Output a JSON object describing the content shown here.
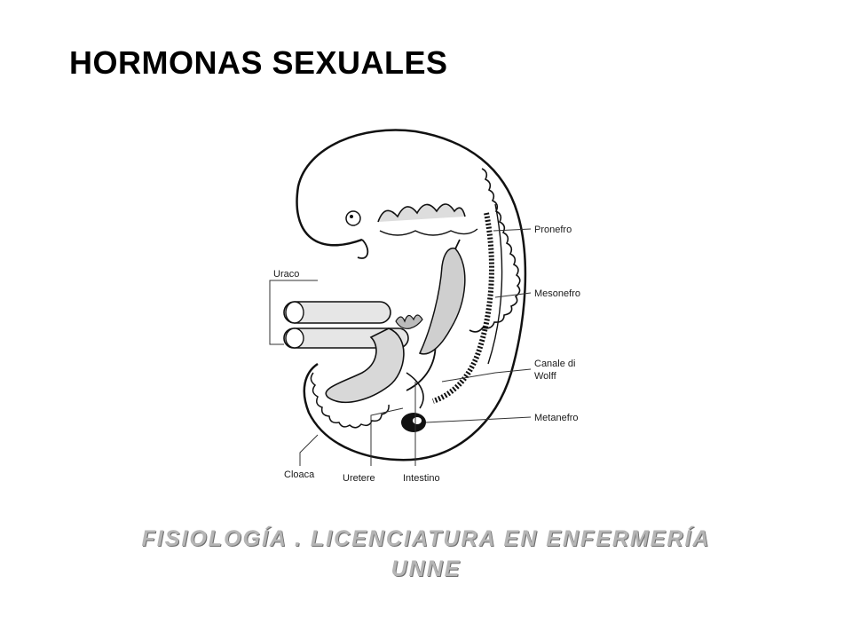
{
  "slide": {
    "title": "HORMONAS SEXUALES",
    "footer_line1": "FISIOLOGÍA . LICENCIATURA EN ENFERMERÍA",
    "footer_line2": "UNNE"
  },
  "figure": {
    "labels": {
      "uraco": "Uraco",
      "pronefro": "Pronefro",
      "mesonefro": "Mesonefro",
      "canal_line1": "Canale di",
      "canal_line2": "Wolff",
      "metanefro": "Metanefro",
      "cloaca": "Cloaca",
      "uretere": "Uretere",
      "intestino": "Intestino"
    }
  }
}
